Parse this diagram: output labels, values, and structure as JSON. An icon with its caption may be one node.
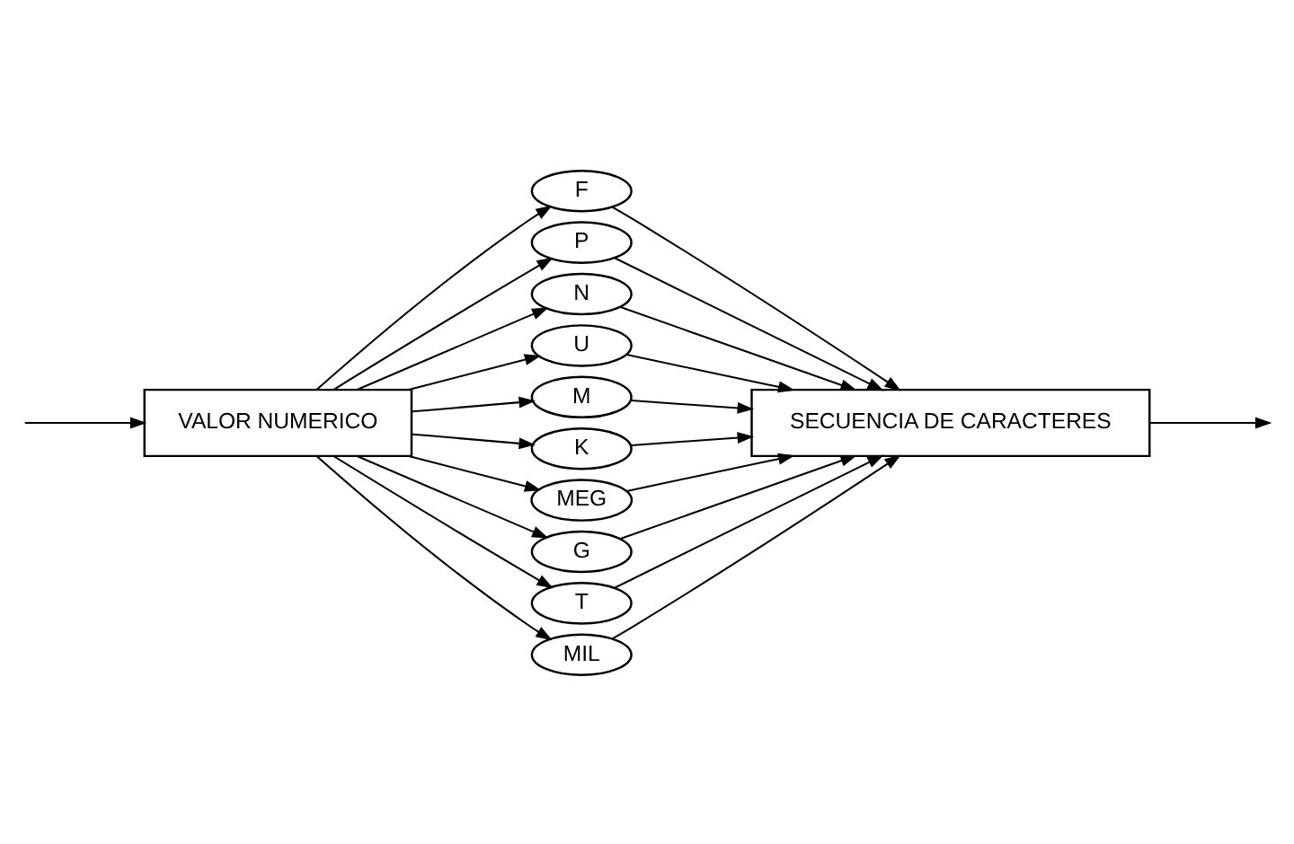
{
  "diagram": {
    "nodes": [
      {
        "text": [
          "VALOR NUMERICO"
        ]
      },
      {
        "text": [
          "F"
        ]
      },
      {
        "text": [
          "P"
        ]
      },
      {
        "text": [
          "N"
        ]
      },
      {
        "text": [
          "U"
        ]
      },
      {
        "text": [
          "M"
        ]
      },
      {
        "text": [
          "K"
        ]
      },
      {
        "text": [
          "MEG"
        ]
      },
      {
        "text": [
          "G"
        ]
      },
      {
        "text": [
          "T"
        ]
      },
      {
        "text": [
          "MIL"
        ]
      },
      {
        "text": [
          "SECUENCIA DE CARACTERES"
        ]
      }
    ],
    "edges": [
      {
        "from": null,
        "to": 0,
        "arrow": "to"
      },
      {
        "from": 0,
        "to": 1,
        "arrow": "to"
      },
      {
        "from": 0,
        "to": 2,
        "arrow": "to"
      },
      {
        "from": 0,
        "to": 3,
        "arrow": "to"
      },
      {
        "from": 0,
        "to": 4,
        "arrow": "to"
      },
      {
        "from": 0,
        "to": 5,
        "arrow": "to"
      },
      {
        "from": 0,
        "to": 6,
        "arrow": "to"
      },
      {
        "from": 0,
        "to": 7,
        "arrow": "to"
      },
      {
        "from": 0,
        "to": 8,
        "arrow": "to"
      },
      {
        "from": 0,
        "to": 9,
        "arrow": "to"
      },
      {
        "from": 0,
        "to": 10,
        "arrow": "to"
      },
      {
        "from": 1,
        "to": 11,
        "arrow": "to"
      },
      {
        "from": 2,
        "to": 11,
        "arrow": "to"
      },
      {
        "from": 3,
        "to": 11,
        "arrow": "to"
      },
      {
        "from": 4,
        "to": 11,
        "arrow": "to"
      },
      {
        "from": 5,
        "to": 11,
        "arrow": "to"
      },
      {
        "from": 6,
        "to": 11,
        "arrow": "to"
      },
      {
        "from": 7,
        "to": 11,
        "arrow": "to"
      },
      {
        "from": 8,
        "to": 11,
        "arrow": "to"
      },
      {
        "from": 9,
        "to": 11,
        "arrow": "to"
      },
      {
        "from": 10,
        "to": 11,
        "arrow": "to"
      },
      {
        "from": 11,
        "to": null,
        "arrow": "to"
      }
    ]
  }
}
